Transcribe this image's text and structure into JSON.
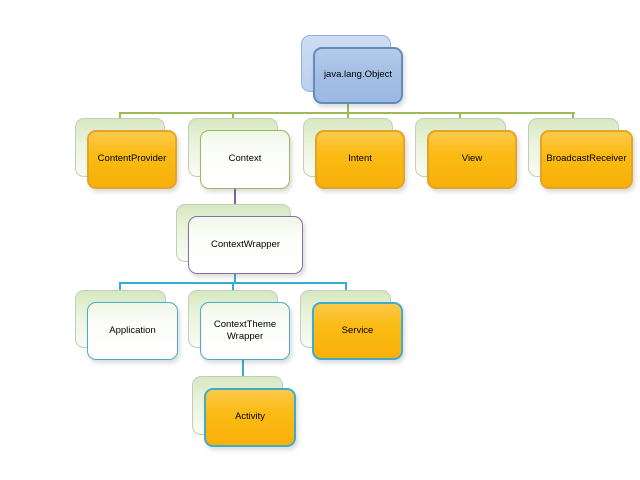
{
  "diagram": {
    "kind": "class-hierarchy-tree",
    "palette": {
      "level1_connector_green": "#9bbb59",
      "level2_connector_purple": "#7e63a5",
      "level3_connector_cyan": "#35aece",
      "highlight_fill_orange": "#fbbb15",
      "root_fill_blue": "#a3bee4",
      "echo_fill_green": "#e3f0d4",
      "echo_fill_blue": "#c5d6ef"
    },
    "nodes": [
      {
        "id": "java-lang-object",
        "label": "java.lang.Object",
        "fill": "blue",
        "border": "blue",
        "parent": null
      },
      {
        "id": "contentprovider",
        "label": "ContentProvider",
        "fill": "orange",
        "border": "orange",
        "parent": "java-lang-object"
      },
      {
        "id": "context",
        "label": "Context",
        "fill": "white",
        "border": "green",
        "parent": "java-lang-object"
      },
      {
        "id": "intent",
        "label": "Intent",
        "fill": "orange",
        "border": "orange",
        "parent": "java-lang-object"
      },
      {
        "id": "view",
        "label": "View",
        "fill": "orange",
        "border": "orange",
        "parent": "java-lang-object"
      },
      {
        "id": "broadcastreceiver",
        "label": "BroadcastReceiver",
        "fill": "orange",
        "border": "orange",
        "parent": "java-lang-object"
      },
      {
        "id": "contextwrapper",
        "label": "ContextWrapper",
        "fill": "white",
        "border": "purple",
        "parent": "context"
      },
      {
        "id": "application",
        "label": "Application",
        "fill": "white",
        "border": "cyan",
        "parent": "contextwrapper"
      },
      {
        "id": "contextthemewrapper",
        "label": "ContextTheme Wrapper",
        "fill": "white",
        "border": "cyan",
        "parent": "contextwrapper"
      },
      {
        "id": "service",
        "label": "Service",
        "fill": "orange",
        "border": "cyan",
        "parent": "contextwrapper"
      },
      {
        "id": "activity",
        "label": "Activity",
        "fill": "orange",
        "border": "cyan",
        "parent": "contextthemewrapper"
      }
    ]
  }
}
